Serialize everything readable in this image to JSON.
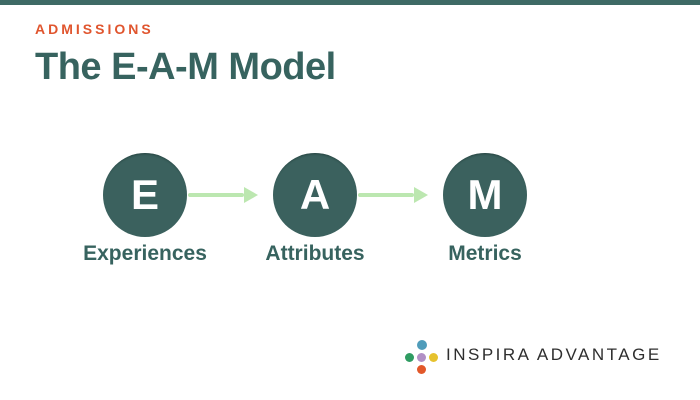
{
  "slide": {
    "eyebrow": "ADMISSIONS",
    "title": "The E-A-M Model"
  },
  "diagram": {
    "nodes": [
      {
        "letter": "E",
        "label": "Experiences"
      },
      {
        "letter": "A",
        "label": "Attributes"
      },
      {
        "letter": "M",
        "label": "Metrics"
      }
    ]
  },
  "footer": {
    "brand": "INSPIRA ADVANTAGE"
  },
  "colors": {
    "accent_bar": "#3e6a65",
    "eyebrow_text": "#e0552e",
    "title_text": "#37635f",
    "circle_fill": "#3b615e",
    "circle_letter": "#ffffff",
    "arrow": "#bce7b0",
    "node_label_text": "#37635f",
    "brand_text": "#2e2e2e",
    "logo_dot_blue": "#4f9cba",
    "logo_dot_green": "#2f9c62",
    "logo_dot_purple": "#b18fc5",
    "logo_dot_yellow": "#e6c22e",
    "logo_dot_orange": "#e2582a"
  }
}
